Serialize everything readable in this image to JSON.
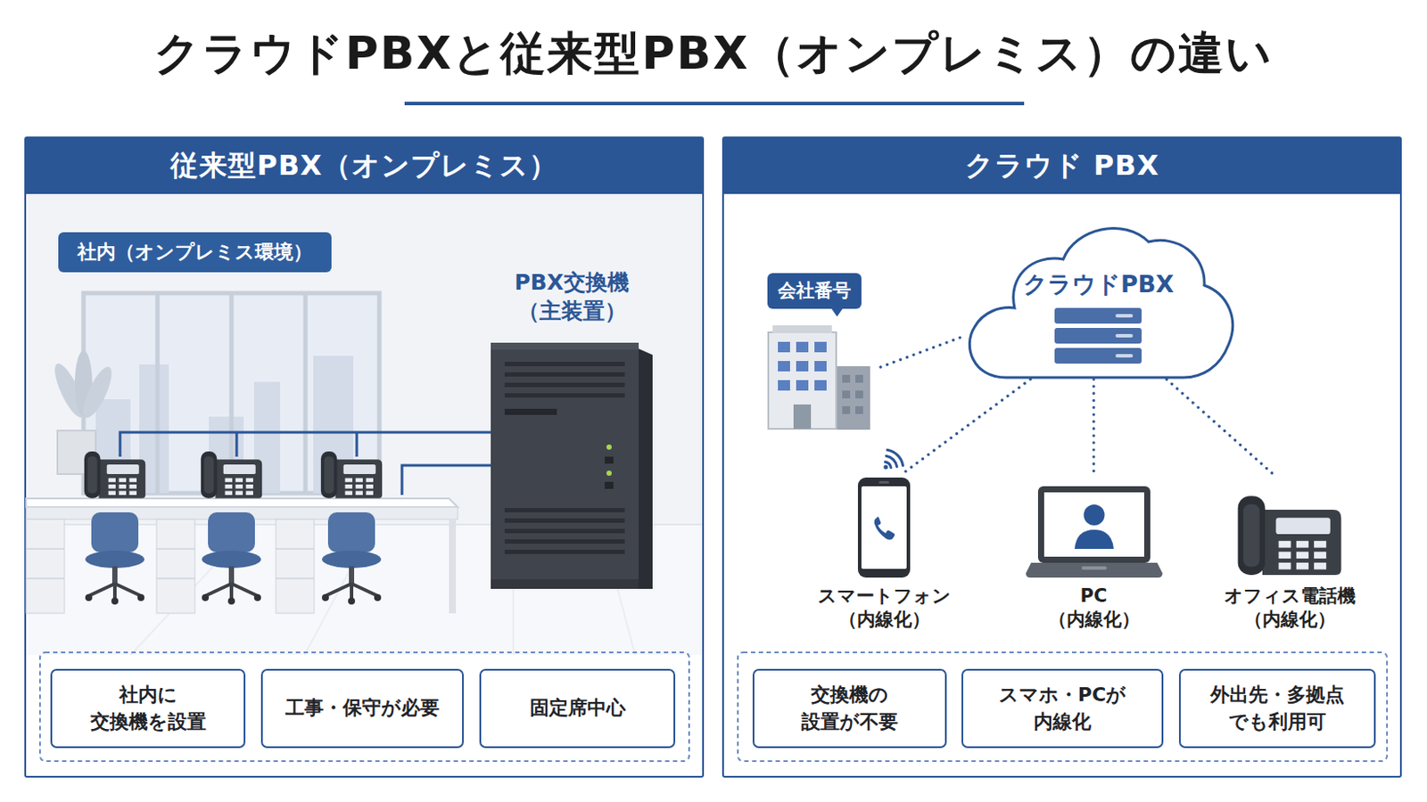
{
  "diagram": {
    "title": "クラウドPBXと従来型PBX（オンプレミス）の違い",
    "nodes": [
      {
        "text": [
          "従来型PBX（オンプレミス）"
        ]
      },
      {
        "text": [
          "社内（オンプレミス環境）"
        ],
        "in": 0
      },
      {
        "text": [
          "PBX交換機 （主装置）"
        ],
        "in": 0
      },
      {
        "text": [
          "社内に 交換機を設置"
        ],
        "in": 0
      },
      {
        "text": [
          "工事・保守が必要"
        ],
        "in": 0
      },
      {
        "text": [
          "固定席中心"
        ],
        "in": 0
      },
      {
        "text": [
          "クラウド PBX"
        ]
      },
      {
        "text": [
          "会社番号"
        ],
        "in": 6
      },
      {
        "text": [
          "クラウドPBX"
        ],
        "in": 6
      },
      {
        "text": [
          "スマートフォン （内線化）"
        ],
        "in": 6
      },
      {
        "text": [
          "PC （内線化）"
        ],
        "in": 6
      },
      {
        "text": [
          "オフィス電話機 （内線化）"
        ],
        "in": 6
      },
      {
        "text": [
          "交換機の 設置が不要"
        ],
        "in": 6
      },
      {
        "text": [
          "スマホ・PCが 内線化"
        ],
        "in": 6
      },
      {
        "text": [
          "外出先・多拠点 でも利用可"
        ],
        "in": 6
      }
    ],
    "edges": [
      {
        "from": 7,
        "to": 8,
        "arrow": "none"
      },
      {
        "from": 8,
        "to": 9,
        "arrow": "none"
      },
      {
        "from": 8,
        "to": 10,
        "arrow": "none"
      },
      {
        "from": 8,
        "to": 11,
        "arrow": "none"
      }
    ]
  }
}
